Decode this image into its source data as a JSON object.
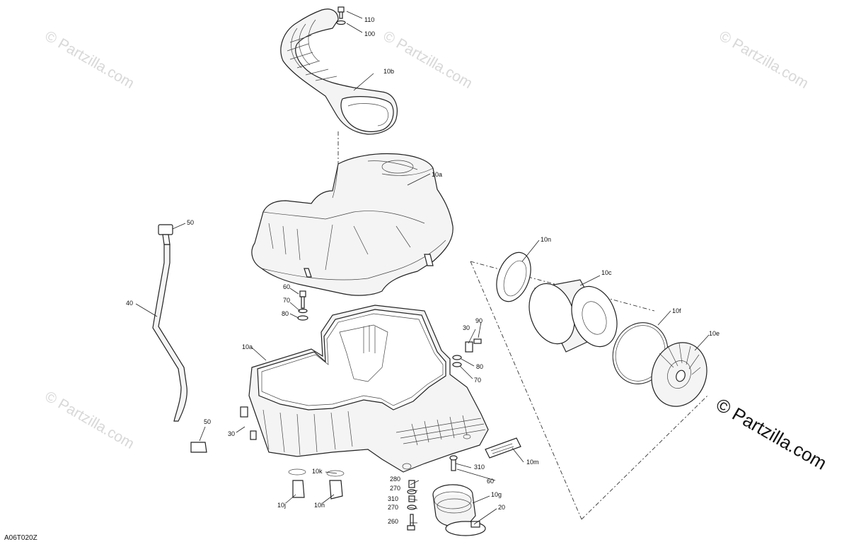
{
  "watermark": "© Partzilla.com",
  "copyright": "© Partzilla.com",
  "diagram_code": "A06T020Z",
  "callouts": {
    "c110": "110",
    "c100": "100",
    "c10b": "10b",
    "c10a_top": "10a",
    "c50_top": "50",
    "c40": "40",
    "c60_top": "60",
    "c70_left": "70",
    "c80_left": "80",
    "c10a_bot": "10a",
    "c30_right": "30",
    "c90": "90",
    "c80_right": "80",
    "c70_right": "70",
    "c10n": "10n",
    "c10c": "10c",
    "c10f": "10f",
    "c10e": "10e",
    "c30_left": "30",
    "c50_bot": "50",
    "c10k": "10k",
    "c10j": "10j",
    "c10h": "10h",
    "c280": "280",
    "c270_a": "270",
    "c310_left": "310",
    "c270_b": "270",
    "c260": "260",
    "c310_right": "310",
    "c60_bot": "60",
    "c10m": "10m",
    "c10g": "10g",
    "c20": "20"
  }
}
